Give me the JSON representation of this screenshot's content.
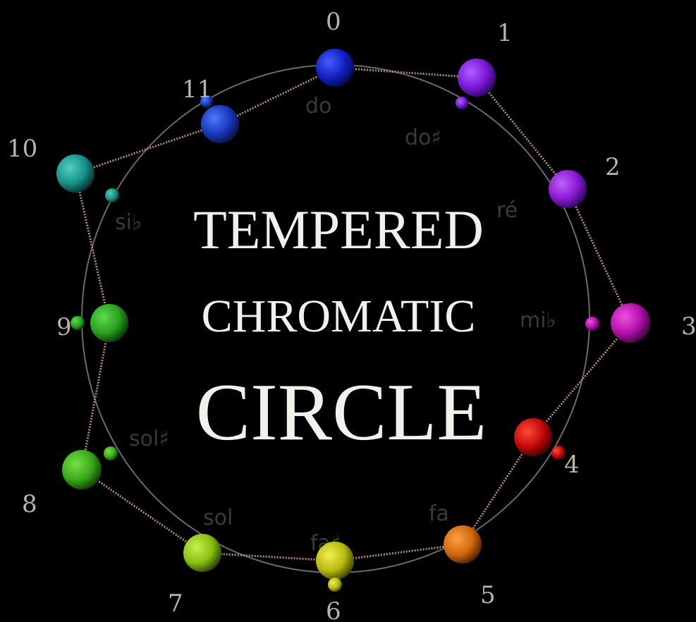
{
  "title": {
    "line1": "TEMPERED",
    "line2": "CHROMATIC",
    "line3": "CIRCLE"
  },
  "numbers": [
    "0",
    "1",
    "2",
    "3",
    "4",
    "5",
    "6",
    "7",
    "8",
    "9",
    "10",
    "11"
  ],
  "notes": {
    "do": "do",
    "do_sharp": "do♯",
    "re": "ré",
    "mi_flat": "mi♭",
    "fa": "fa",
    "fa_sharp": "fa♯",
    "sol": "sol",
    "sol_sharp": "sol♯",
    "si_flat": "si♭"
  },
  "colors": {
    "background": "#000000",
    "circle": "#6a6a6a",
    "path": "#b08a78",
    "pc0": "#1020c0",
    "pc1": "#7a18d8",
    "pc2": "#8a18d0",
    "pc3": "#b010a8",
    "pc4": "#c00808",
    "pc5": "#d06810",
    "pc6": "#b8b810",
    "pc7": "#88c010",
    "pc8": "#38a818",
    "pc9": "#28a020",
    "pc10": "#189088",
    "pc11": "#1838b8"
  }
}
